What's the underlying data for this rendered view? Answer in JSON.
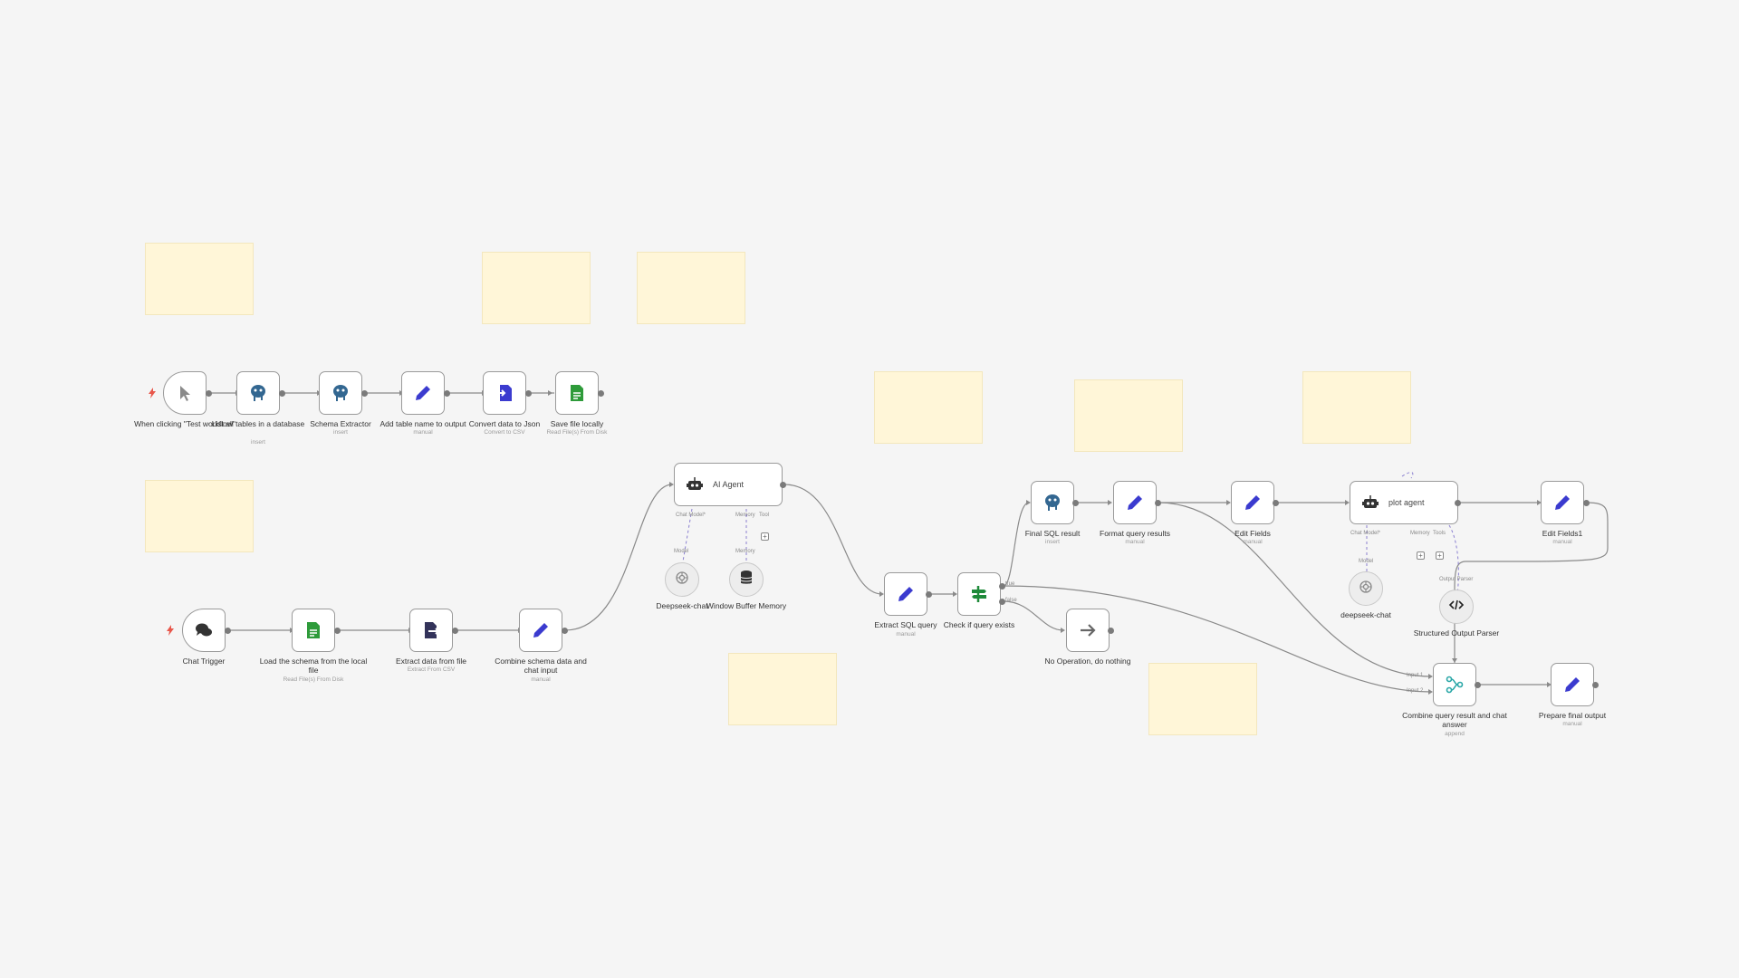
{
  "workflow": {
    "nodes": [
      {
        "id": "n1",
        "title": "When clicking \"Test workflow\"",
        "subtitle": "",
        "icon": "cursor-icon"
      },
      {
        "id": "n2",
        "title": "List all tables in a database",
        "subtitle": "insert",
        "icon": "postgres-icon"
      },
      {
        "id": "n3",
        "title": "Schema Extractor",
        "subtitle": "insert",
        "icon": "postgres-icon"
      },
      {
        "id": "n4",
        "title": "Add table name to output",
        "subtitle": "manual",
        "icon": "pencil-icon"
      },
      {
        "id": "n5",
        "title": "Convert data to Json",
        "subtitle": "Convert to CSV",
        "icon": "convert-icon"
      },
      {
        "id": "n6",
        "title": "Save file locally",
        "subtitle": "Read File(s) From Disk",
        "icon": "file-icon"
      },
      {
        "id": "n7",
        "title": "Chat Trigger",
        "subtitle": "",
        "icon": "chat-icon"
      },
      {
        "id": "n8",
        "title": "Load the schema from the local file",
        "subtitle": "Read File(s) From Disk",
        "icon": "file-icon"
      },
      {
        "id": "n9",
        "title": "Extract data from file",
        "subtitle": "Extract From CSV",
        "icon": "extract-icon"
      },
      {
        "id": "n10",
        "title": "Combine schema data and chat input",
        "subtitle": "manual",
        "icon": "pencil-icon"
      },
      {
        "id": "n11",
        "title": "AI Agent",
        "subtitle": "",
        "icon": "robot-icon"
      },
      {
        "id": "n12",
        "title": "Deepseek-chat",
        "subtitle": "",
        "icon": "openai-icon"
      },
      {
        "id": "n13",
        "title": "Window Buffer Memory",
        "subtitle": "",
        "icon": "database-icon"
      },
      {
        "id": "n14",
        "title": "Extract SQL query",
        "subtitle": "manual",
        "icon": "pencil-icon"
      },
      {
        "id": "n15",
        "title": "Check if query exists",
        "subtitle": "",
        "icon": "if-icon"
      },
      {
        "id": "n16",
        "title": "No Operation, do nothing",
        "subtitle": "",
        "icon": "arrow-right-icon"
      },
      {
        "id": "n17",
        "title": "Final SQL result",
        "subtitle": "insert",
        "icon": "postgres-icon"
      },
      {
        "id": "n18",
        "title": "Format query results",
        "subtitle": "manual",
        "icon": "pencil-icon"
      },
      {
        "id": "n19",
        "title": "Edit Fields",
        "subtitle": "manual",
        "icon": "pencil-icon"
      },
      {
        "id": "n20",
        "title": "plot agent",
        "subtitle": "",
        "icon": "robot-icon"
      },
      {
        "id": "n21",
        "title": "deepseek-chat",
        "subtitle": "",
        "icon": "openai-icon"
      },
      {
        "id": "n22",
        "title": "Structured Output Parser",
        "subtitle": "",
        "icon": "code-icon"
      },
      {
        "id": "n23",
        "title": "Edit Fields1",
        "subtitle": "manual",
        "icon": "pencil-icon"
      },
      {
        "id": "n24",
        "title": "Combine query result and chat answer",
        "subtitle": "append",
        "icon": "merge-icon"
      },
      {
        "id": "n25",
        "title": "Prepare final output",
        "subtitle": "manual",
        "icon": "pencil-icon"
      }
    ],
    "ports": {
      "agent_chat_model": "Chat Model*",
      "agent_memory": "Memory",
      "agent_tool": "Tool",
      "model_out": "Model",
      "memory_out": "Memory",
      "plot_chat_model": "Chat Model*",
      "plot_memory": "Memory",
      "plot_tools": "Tools",
      "plot_output_parser": "Output Parser",
      "if_true": "true",
      "if_false": "false",
      "merge_input1": "Input 1",
      "merge_input2": "Input 2"
    }
  },
  "colors": {
    "canvas": "#f5f5f5",
    "sticky": "#fff6d8",
    "edge": "#8a8a8a",
    "ai_edge": "#8a7fd0",
    "pencil": "#3b3bcf",
    "postgres": "#336791",
    "file_green": "#2e9b3a",
    "if_green": "#1f8a3a",
    "trigger_bolt": "#e8574b"
  }
}
